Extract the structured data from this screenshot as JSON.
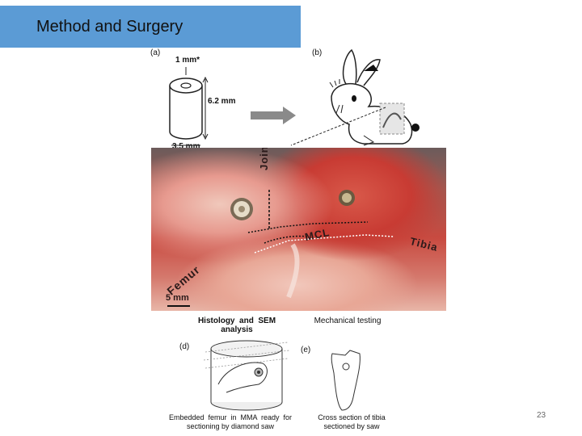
{
  "slide": {
    "title": "Method and Surgery",
    "page_number": "23"
  },
  "figure": {
    "panel_a": {
      "label": "(a)",
      "dim_top": "1 mm*",
      "dim_side": "6.2 mm",
      "dim_bottom": "3.5 mm"
    },
    "panel_b": {
      "label": "(b)"
    },
    "photo": {
      "joint_line": "Joint line",
      "mcl": "MCL",
      "tibia": "Tibia",
      "femur": "Femur",
      "scale": "5 mm"
    },
    "histology_title": "Histology  and  SEM\nanalysis",
    "mechanical_title": "Mechanical  testing",
    "panel_d": {
      "label": "(d)",
      "caption": "Embedded  femur  in  MMA  ready  for\nsectioning by diamond saw"
    },
    "panel_e": {
      "label": "(e)",
      "caption": "Cross section of tibia\nsectioned by saw"
    }
  },
  "colors": {
    "title_bar": "#5b9bd5",
    "arrow": "#888888"
  }
}
